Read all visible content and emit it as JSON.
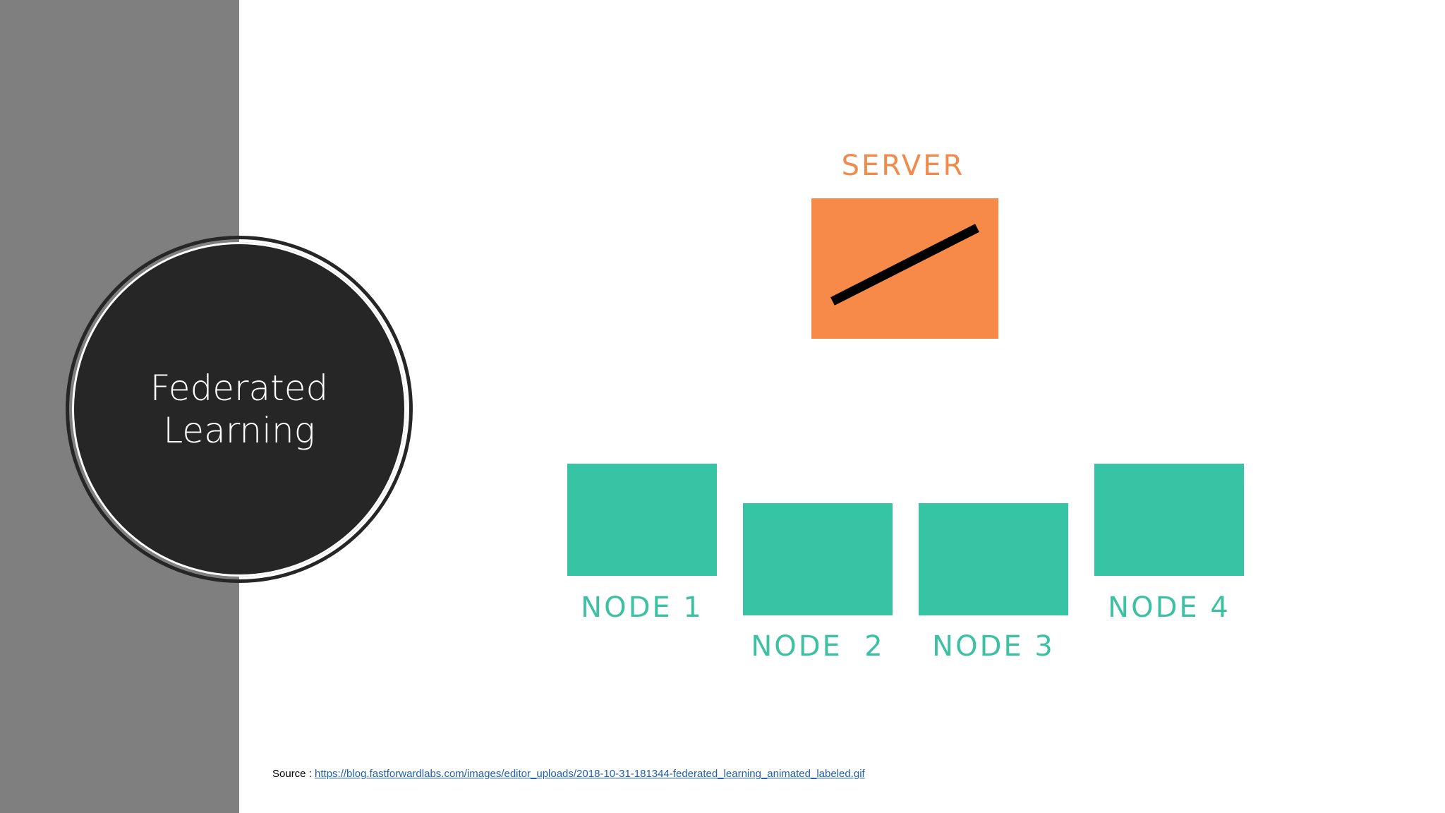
{
  "slide": {
    "title": "Federated\nLearning",
    "source_label": "Source : ",
    "source_link": "https://blog.fastforwardlabs.com/images/editor_uploads/2018-10-31-181344-federated_learning_animated_labeled.gif"
  },
  "diagram": {
    "server": {
      "label": "SERVER",
      "color": "#f78a48",
      "icon": "slash-line"
    },
    "nodes": [
      {
        "label": "NODE 1"
      },
      {
        "label": "NODE  2"
      },
      {
        "label": "NODE 3"
      },
      {
        "label": "NODE 4"
      }
    ],
    "node_color": "#37c4a4"
  }
}
